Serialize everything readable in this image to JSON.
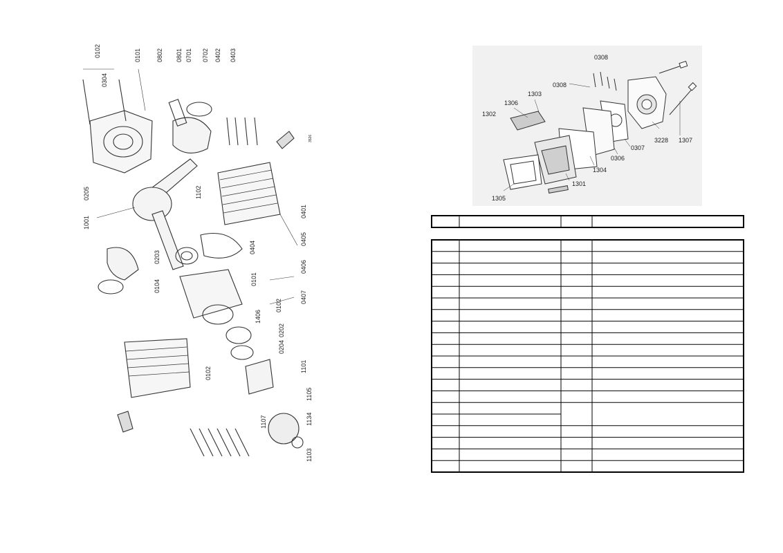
{
  "engine_callouts": [
    "0102",
    "0304",
    "0101",
    "0802",
    "0801",
    "0701",
    "0702",
    "0402",
    "0403",
    "0205",
    "1001",
    "1102",
    "0401",
    "0405",
    "0404",
    "0203",
    "0406",
    "0407",
    "0104",
    "0101",
    "0102",
    "1406",
    "0202",
    "0204",
    "1101",
    "0102",
    "1105",
    "1134",
    "1107",
    "1103"
  ],
  "engine_small_mark": "3526",
  "carb_callouts": [
    "0308",
    "0308",
    "1303",
    "1306",
    "1302",
    "3228",
    "1307",
    "0307",
    "0306",
    "1304",
    "1301",
    "1305"
  ],
  "parts_table": {
    "columns": 4,
    "header_rows": 1,
    "body_rows": 20,
    "merged_row_index": 14
  }
}
